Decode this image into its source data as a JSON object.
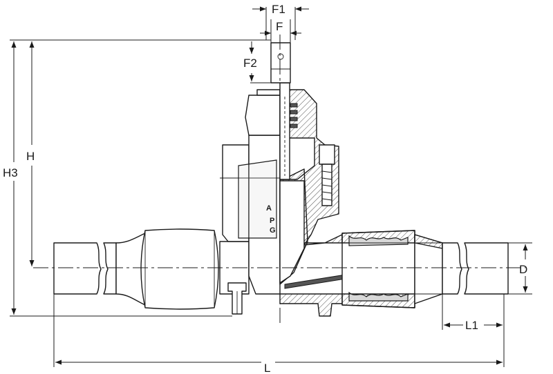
{
  "dimensions": {
    "f1": "F1",
    "f": "F",
    "f2": "F2",
    "h": "H",
    "h3": "H3",
    "d": "D",
    "l1": "L1",
    "l": "L"
  },
  "body_marks": {
    "logo": "A",
    "line1": "P",
    "line2": "G"
  }
}
